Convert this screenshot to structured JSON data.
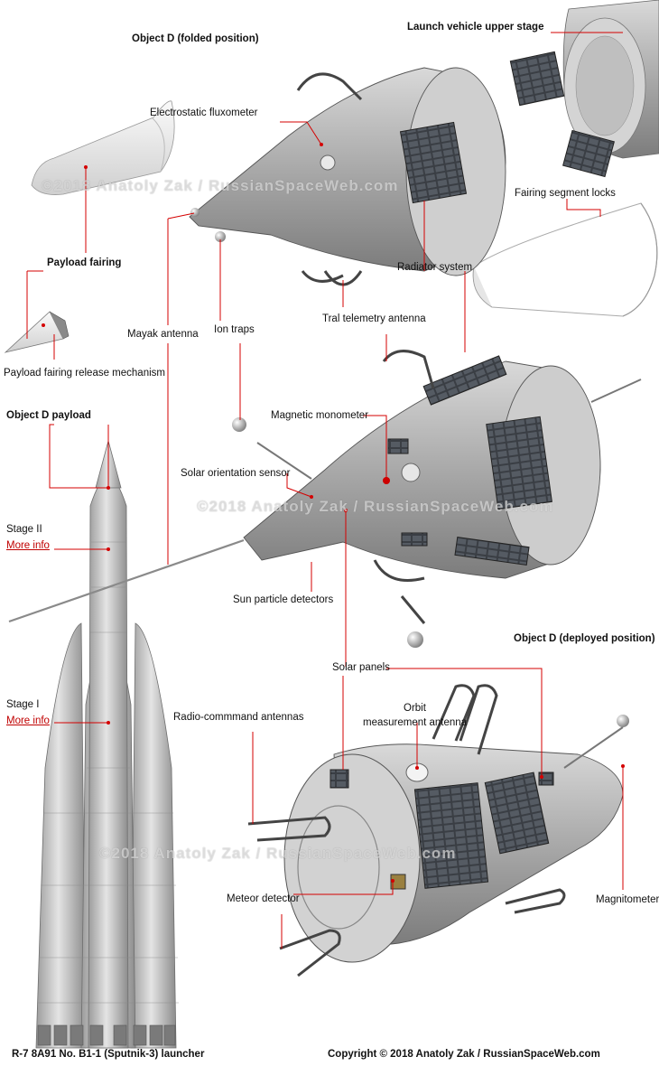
{
  "titles": {
    "folded": "Object D (folded position)",
    "deployed": "Object D (deployed position)",
    "upper_stage": "Launch vehicle upper stage",
    "payload": "Object D payload",
    "launcher": "R-7 8A91 No. B1-1 (Sputnik-3) launcher",
    "copyright": "Copyright © 2018 Anatoly Zak / RussianSpaceWeb.com"
  },
  "labels": {
    "fluxometer": "Electrostatic fluxometer",
    "fairing_locks": "Fairing segment locks",
    "radiator": "Radiator system",
    "payload_fairing": "Payload fairing",
    "release_mechanism": "Payload fairing release mechanism",
    "mayak": "Mayak antenna",
    "ion_traps": "Ion traps",
    "tral": "Tral telemetry antenna",
    "magnetic": "Magnetic monometer",
    "solar_sensor": "Solar orientation sensor",
    "sun_particle": "Sun particle detectors",
    "solar_panels": "Solar panels",
    "orbit_line1": "Orbit",
    "orbit_line2": "measurement antenna",
    "radio_command": "Radio-commmand antennas",
    "meteor": "Meteor detector",
    "magnitometer": "Magnitometer",
    "stage2": "Stage II",
    "stage1": "Stage I",
    "more_info": "More info"
  },
  "watermark": "©2018 Anatoly Zak / RussianSpaceWeb.com",
  "colors": {
    "leader": "#d40000",
    "link": "#c00000",
    "metal": "#b8b8b8",
    "panel": "#3a3e44"
  }
}
